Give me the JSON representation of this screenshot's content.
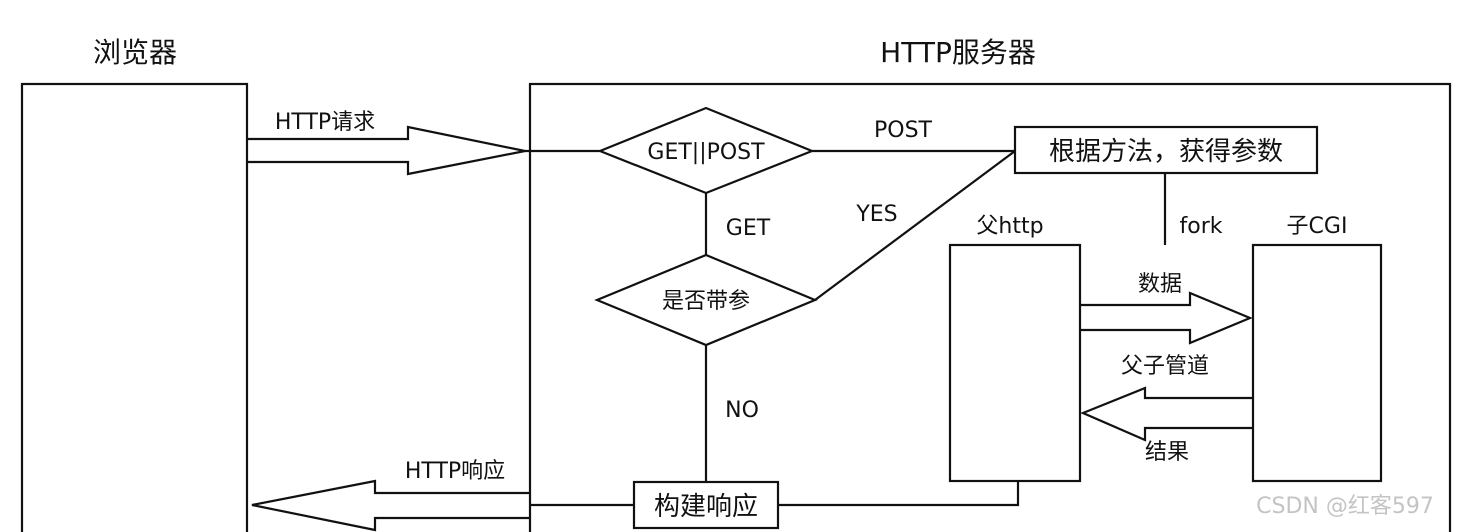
{
  "titles": {
    "browser": "浏览器",
    "server": "HTTP服务器"
  },
  "arrows": {
    "request": "HTTP请求",
    "response": "HTTP响应",
    "data": "数据",
    "pipe": "父子管道",
    "result": "结果"
  },
  "decisions": {
    "method": "GET||POST",
    "has_params": "是否带参"
  },
  "edges": {
    "post": "POST",
    "get": "GET",
    "yes": "YES",
    "no": "NO",
    "fork": "fork"
  },
  "boxes": {
    "get_params": "根据方法，获得参数",
    "build_response": "构建响应",
    "parent": "父http",
    "child": "子CGI"
  },
  "watermark": "CSDN @红客597"
}
